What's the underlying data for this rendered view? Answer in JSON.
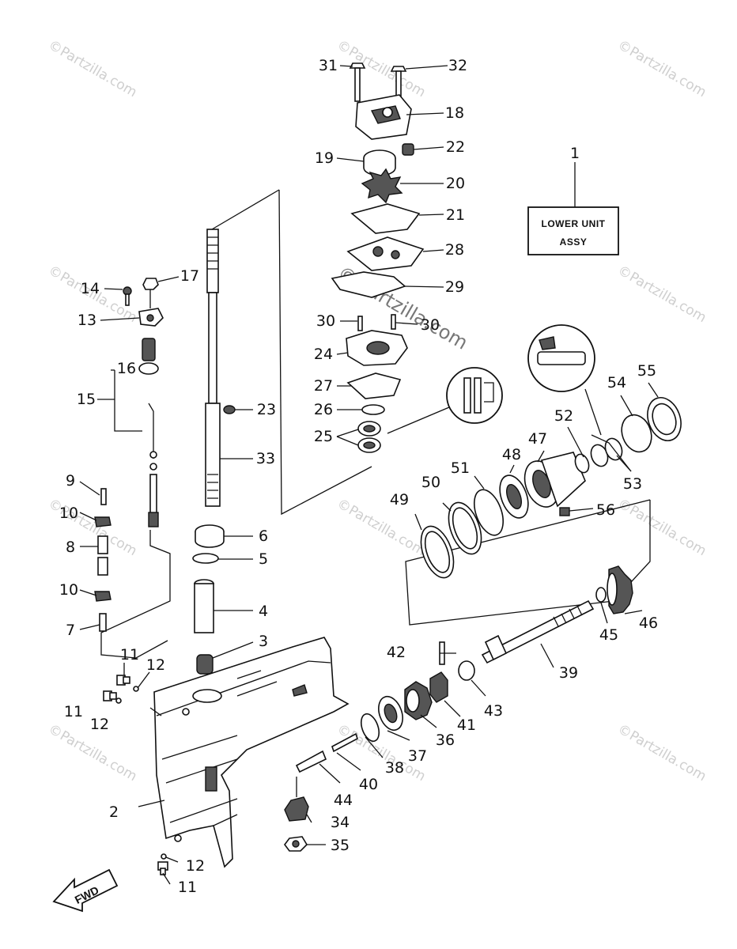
{
  "diagram": {
    "lower_unit_box": {
      "line1": "LOWER UNIT",
      "line2": "ASSY"
    },
    "fwd_arrow_label": "FWD",
    "watermark_text": "©Partzilla.com",
    "center_watermark": "© Partzilla.com",
    "part_numbers": {
      "p1": "1",
      "p2": "2",
      "p3": "3",
      "p4": "4",
      "p5": "5",
      "p6": "6",
      "p7": "7",
      "p8": "8",
      "p9": "9",
      "p10a": "10",
      "p10b": "10",
      "p11a": "11",
      "p11b": "11",
      "p11c": "11",
      "p12a": "12",
      "p12b": "12",
      "p12c": "12",
      "p13": "13",
      "p14": "14",
      "p15": "15",
      "p16": "16",
      "p17": "17",
      "p18": "18",
      "p19": "19",
      "p20": "20",
      "p21": "21",
      "p22": "22",
      "p23": "23",
      "p24": "24",
      "p25": "25",
      "p26": "26",
      "p27": "27",
      "p28": "28",
      "p29": "29",
      "p30a": "30",
      "p30b": "30",
      "p31": "31",
      "p32": "32",
      "p33": "33",
      "p34": "34",
      "p35": "35",
      "p36": "36",
      "p37": "37",
      "p38": "38",
      "p39": "39",
      "p40": "40",
      "p41": "41",
      "p42": "42",
      "p43": "43",
      "p44": "44",
      "p45": "45",
      "p46": "46",
      "p47": "47",
      "p48": "48",
      "p49": "49",
      "p50": "50",
      "p51": "51",
      "p52": "52",
      "p53": "53",
      "p54": "54",
      "p55": "55",
      "p56": "56"
    }
  }
}
